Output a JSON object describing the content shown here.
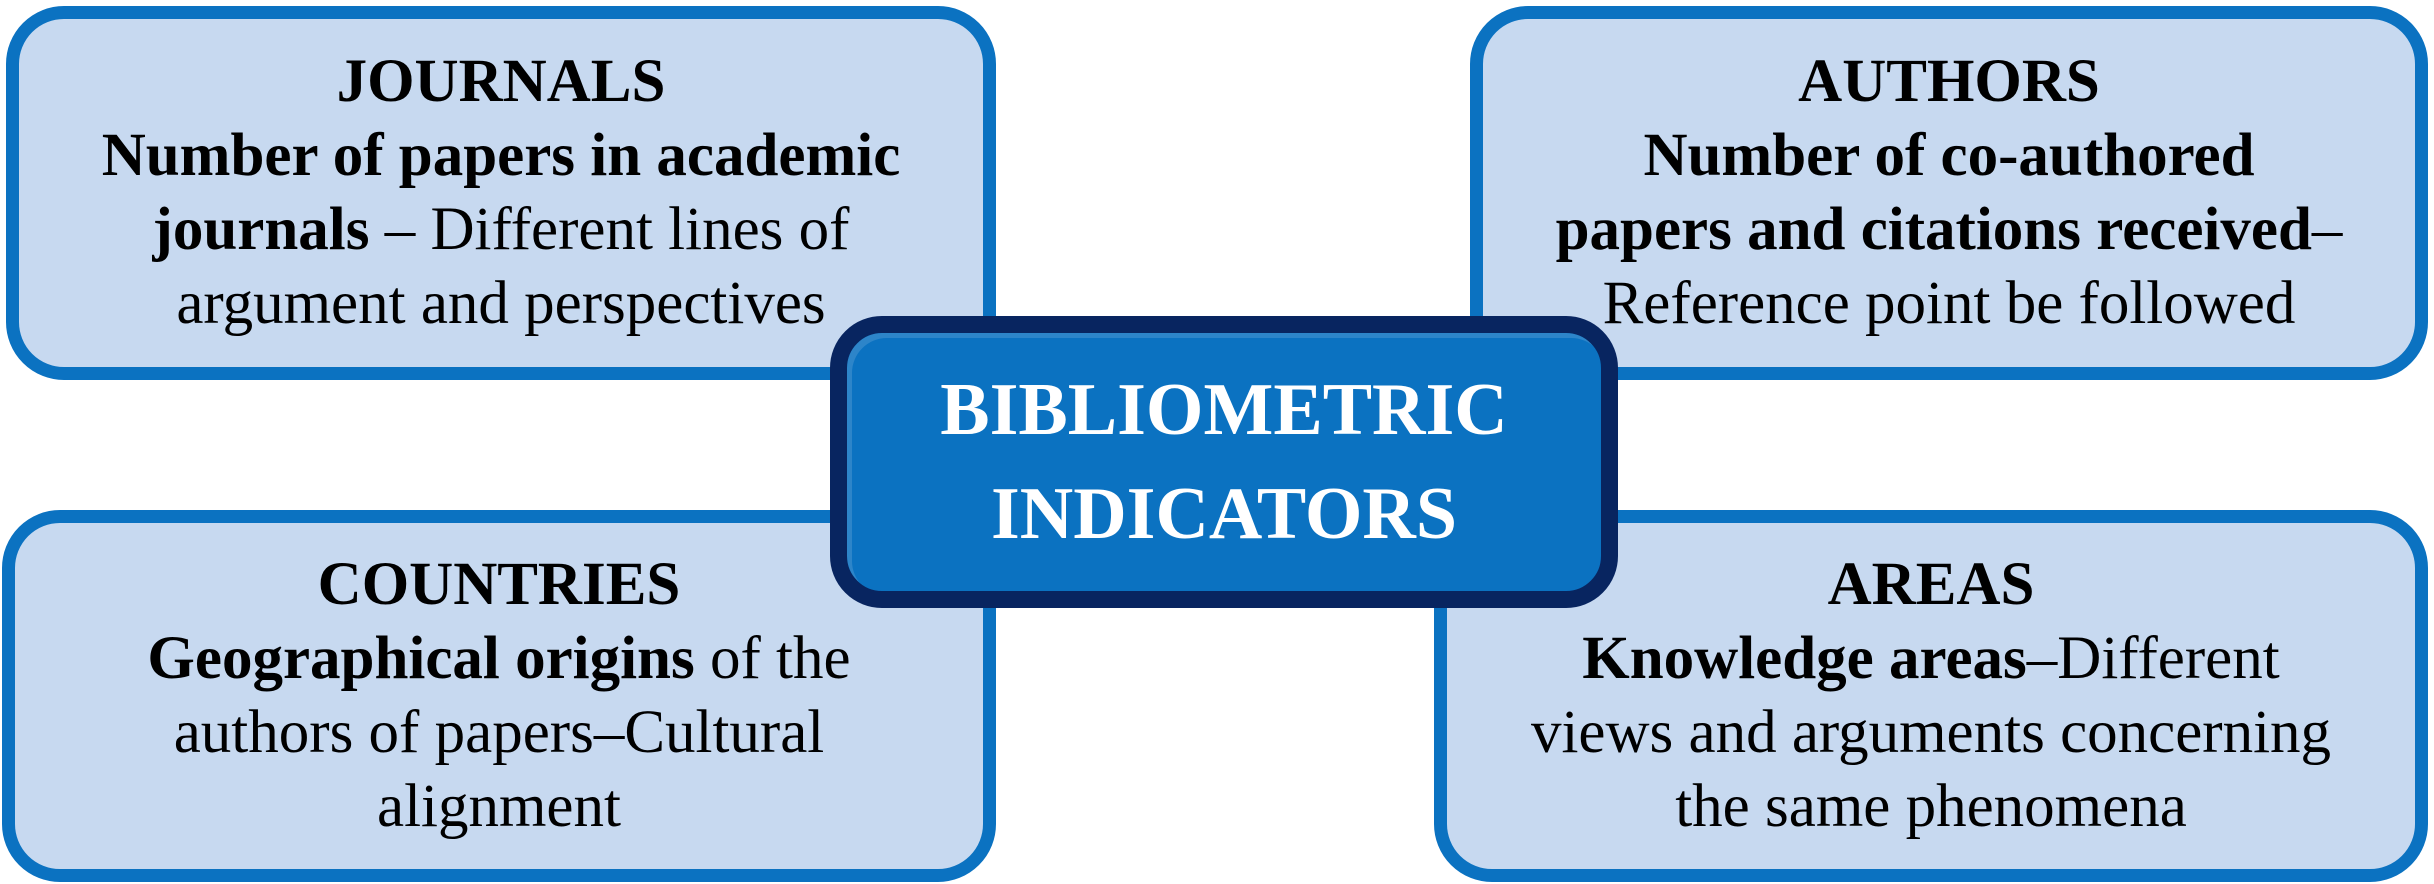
{
  "colors": {
    "light-fill": "#c7d9f0",
    "blue": "#0b72c1",
    "navy": "#082560",
    "text": "#000000",
    "center-text": "#ffffff",
    "bg": "#ffffff"
  },
  "diagram": {
    "center": {
      "id": "bibliometric-indicators",
      "lines": [
        [
          {
            "t": "BIBLIOMETRIC",
            "b": true
          }
        ],
        [
          {
            "t": "INDICATORS",
            "b": true
          }
        ]
      ]
    },
    "corner_boxes": [
      {
        "id": "journals",
        "title": "JOURNALS",
        "lines": [
          [
            {
              "t": "JOURNALS",
              "b": true
            }
          ],
          [
            {
              "t": "Number of papers in academic",
              "b": true
            }
          ],
          [
            {
              "t": "journals",
              "b": true
            },
            {
              "t": " – Different lines of",
              "b": false
            }
          ],
          [
            {
              "t": "argument and perspectives",
              "b": false
            }
          ]
        ]
      },
      {
        "id": "authors",
        "title": "AUTHORS",
        "lines": [
          [
            {
              "t": "AUTHORS",
              "b": true
            }
          ],
          [
            {
              "t": "Number of co-authored",
              "b": true
            }
          ],
          [
            {
              "t": "papers and citations received",
              "b": true
            },
            {
              "t": "–",
              "b": false
            }
          ],
          [
            {
              "t": "Reference point be followed",
              "b": false
            }
          ]
        ]
      },
      {
        "id": "countries",
        "title": "COUNTRIES",
        "lines": [
          [
            {
              "t": "COUNTRIES",
              "b": true
            }
          ],
          [
            {
              "t": "Geographical origins",
              "b": true
            },
            {
              "t": " of the",
              "b": false
            }
          ],
          [
            {
              "t": "authors of papers–Cultural",
              "b": false
            }
          ],
          [
            {
              "t": "alignment",
              "b": false
            }
          ]
        ]
      },
      {
        "id": "areas",
        "title": "AREAS",
        "lines": [
          [
            {
              "t": "AREAS",
              "b": true
            }
          ],
          [
            {
              "t": "Knowledge areas",
              "b": true
            },
            {
              "t": "–Different",
              "b": false
            }
          ],
          [
            {
              "t": "views and arguments concerning",
              "b": false
            }
          ],
          [
            {
              "t": "the same phenomena",
              "b": false
            }
          ]
        ]
      }
    ]
  }
}
